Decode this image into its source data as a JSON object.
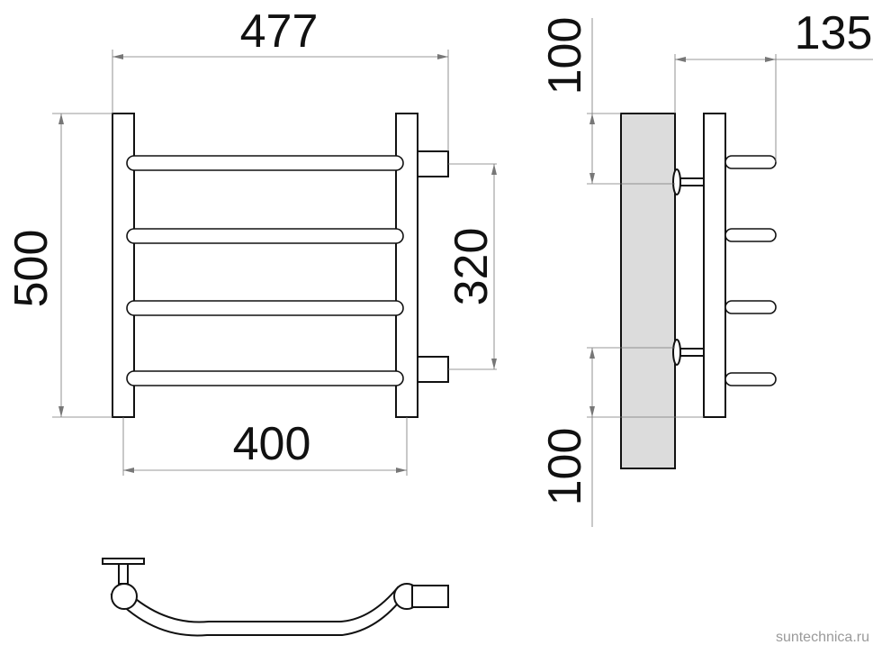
{
  "dimensions": {
    "total_width": "477",
    "height": "500",
    "axis_distance": "320",
    "inner_width": "400",
    "wall_offset": "135",
    "top_offset": "100",
    "bottom_offset": "100"
  },
  "watermark": "suntechnica.ru"
}
